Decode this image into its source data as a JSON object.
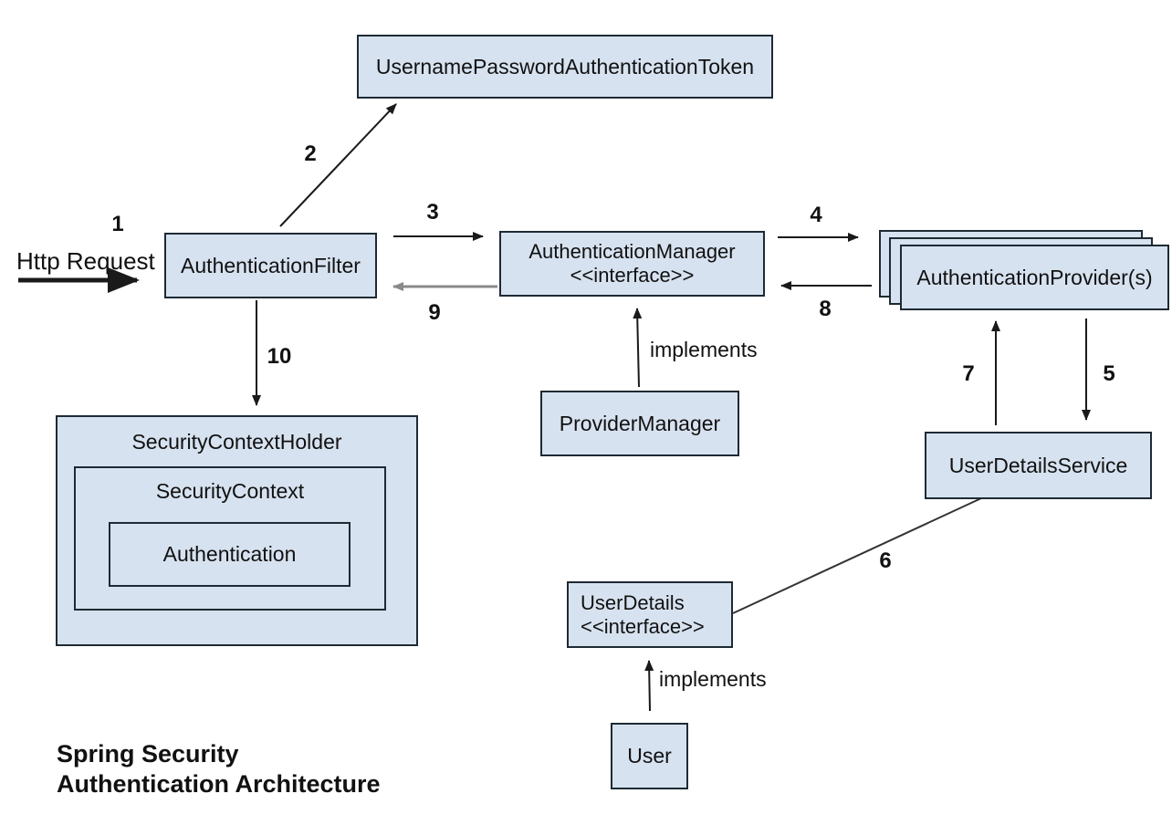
{
  "title": {
    "line1": "Spring Security",
    "line2": "Authentication Architecture"
  },
  "colors": {
    "background": "#ffffff",
    "box_fill": "#d7e2f0",
    "box_border": "#1e2a33",
    "arrow_black": "#1a1a1a",
    "arrow_gray": "#8a8a8a",
    "text": "#111111"
  },
  "nodes": {
    "username_password_authentication_token": {
      "label": "UsernamePasswordAuthenticationToken"
    },
    "authentication_filter": {
      "label": "AuthenticationFilter"
    },
    "authentication_manager": {
      "label": "AuthenticationManager",
      "stereotype": "<<interface>>"
    },
    "authentication_providers": {
      "label": "AuthenticationProvider(s)"
    },
    "provider_manager": {
      "label": "ProviderManager"
    },
    "user_details_service": {
      "label": "UserDetailsService"
    },
    "user_details": {
      "label": "UserDetails",
      "stereotype": "<<interface>>"
    },
    "user": {
      "label": "User"
    },
    "security_context_holder": {
      "label": "SecurityContextHolder"
    },
    "security_context": {
      "label": "SecurityContext"
    },
    "authentication": {
      "label": "Authentication"
    }
  },
  "edge_labels": {
    "http_request": "Http Request",
    "implements_provider_manager": "implements",
    "implements_user": "implements"
  },
  "steps": {
    "s1": "1",
    "s2": "2",
    "s3": "3",
    "s4": "4",
    "s5": "5",
    "s6": "6",
    "s7": "7",
    "s8": "8",
    "s9": "9",
    "s10": "10"
  }
}
